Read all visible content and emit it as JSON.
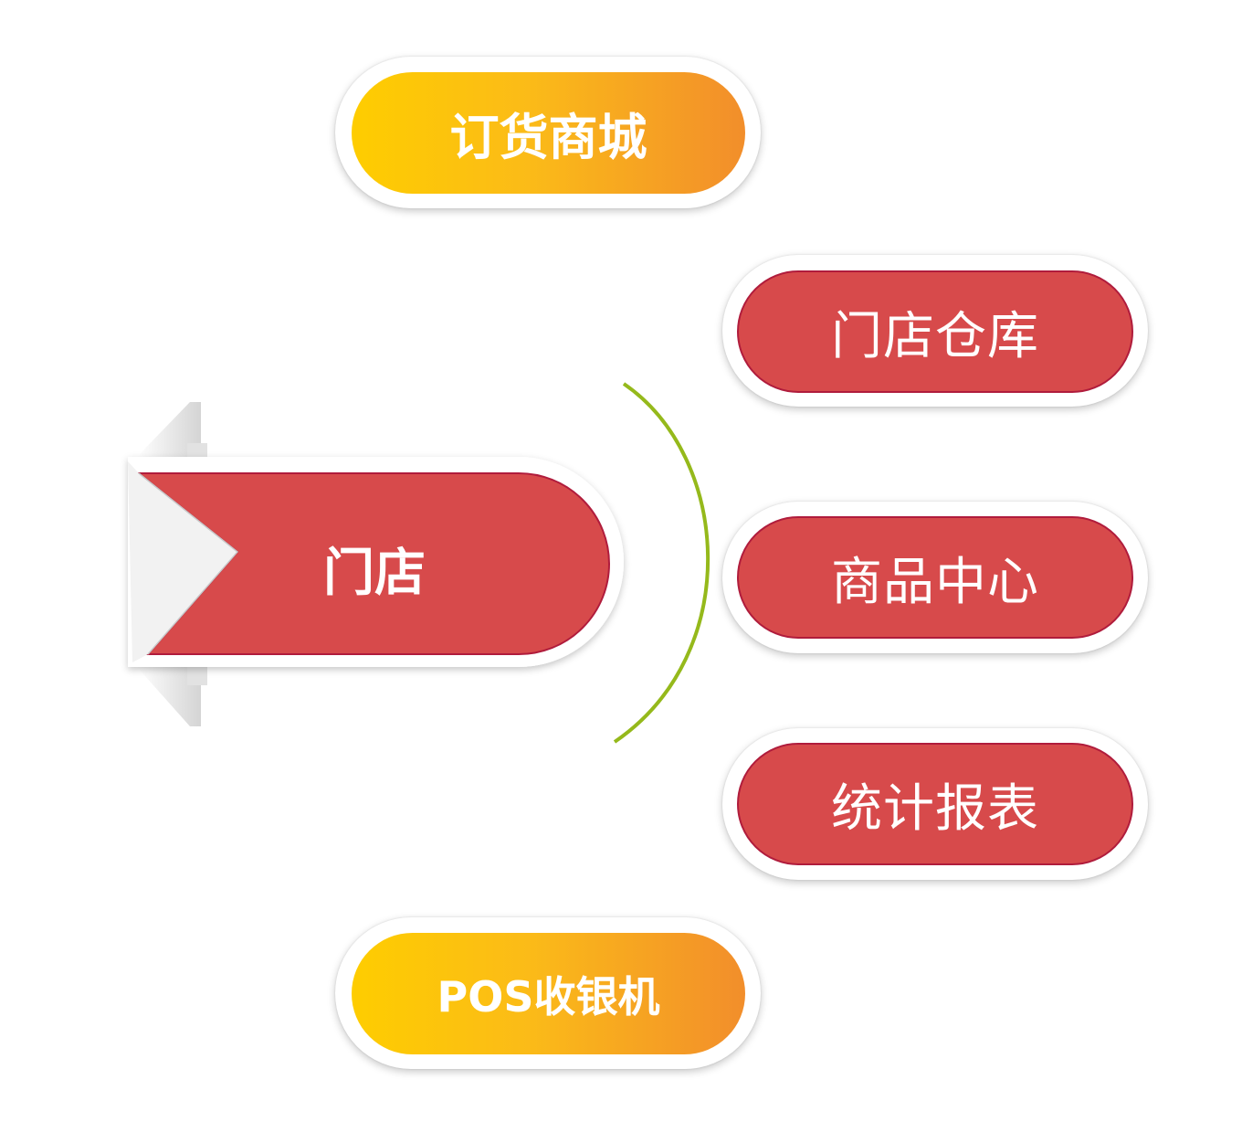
{
  "center": {
    "label": "门店"
  },
  "top_node": {
    "label": "订货商城"
  },
  "bottom_node": {
    "label": "POS收银机"
  },
  "right_nodes": [
    {
      "label": "门店仓库"
    },
    {
      "label": "商品中心"
    },
    {
      "label": "统计报表"
    }
  ],
  "colors": {
    "red": "#d74a4b",
    "red_border": "#b01c3c",
    "gold_start": "#fecd00",
    "gold_end": "#f28e2b",
    "arc": "#95b91b"
  }
}
